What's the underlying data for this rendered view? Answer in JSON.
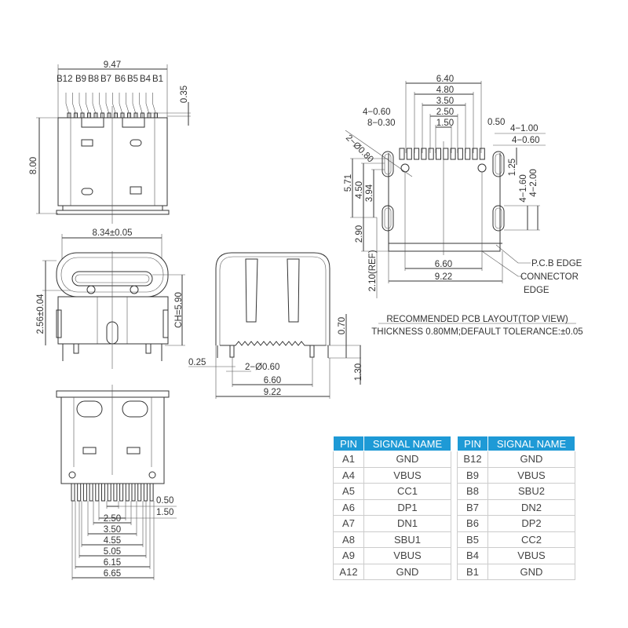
{
  "top_view": {
    "width_dim": "9.47",
    "height_dim": "8.00",
    "pin_pitch_dim": "0.35",
    "pin_labels": [
      "B12",
      "B9",
      "B8",
      "B7",
      "B6",
      "B5",
      "B4",
      "B1"
    ]
  },
  "front_view": {
    "width_dim": "8.34±0.05",
    "height_dim": "2.56±0.04",
    "ch_dim": "CH=5.90"
  },
  "side_view": {
    "offset_dim": "0.25",
    "hole_dim": "2−Ø0.60",
    "inner_dim": "6.60",
    "outer_dim": "9.22",
    "height_a": "0.70",
    "height_b": "1.30"
  },
  "bottom_view": {
    "dims_right": [
      "0.50",
      "1.50"
    ],
    "dims_stack": [
      "2.50",
      "3.50",
      "4.55",
      "5.05",
      "6.15",
      "6.65"
    ]
  },
  "pcb_layout": {
    "top_dims": [
      "6.40",
      "4.80",
      "3.50",
      "2.50",
      "1.50"
    ],
    "left_callouts": [
      "4−0.60",
      "8−0.30",
      "2−Ø0.80"
    ],
    "right_top": [
      "0.50",
      "4−1.00",
      "4−0.60"
    ],
    "right_vert": [
      "1.25",
      "4−1.60",
      "4−2.00"
    ],
    "left_vert": [
      "5.71",
      "4.50",
      "3.94",
      "2.90",
      "2.10(REF)"
    ],
    "bottom_dims": [
      "6.60",
      "9.22"
    ],
    "labels": {
      "pcb_edge": "P.C.B EDGE",
      "connector": "CONNECTOR",
      "edge": "EDGE"
    },
    "caption_title": "RECOMMENDED PCB LAYOUT(TOP VIEW)",
    "caption_note": "THICKNESS 0.80MM;DEFAULT TOLERANCE:±0.05"
  },
  "pin_tables": {
    "header_color": "#1e9ad6",
    "headers": [
      "PIN",
      "SIGNAL NAME"
    ],
    "left": [
      [
        "A1",
        "GND"
      ],
      [
        "A4",
        "VBUS"
      ],
      [
        "A5",
        "CC1"
      ],
      [
        "A6",
        "DP1"
      ],
      [
        "A7",
        "DN1"
      ],
      [
        "A8",
        "SBU1"
      ],
      [
        "A9",
        "VBUS"
      ],
      [
        "A12",
        "GND"
      ]
    ],
    "right": [
      [
        "B12",
        "GND"
      ],
      [
        "B9",
        "VBUS"
      ],
      [
        "B8",
        "SBU2"
      ],
      [
        "B7",
        "DN2"
      ],
      [
        "B6",
        "DP2"
      ],
      [
        "B5",
        "CC2"
      ],
      [
        "B4",
        "VBUS"
      ],
      [
        "B1",
        "GND"
      ]
    ]
  }
}
